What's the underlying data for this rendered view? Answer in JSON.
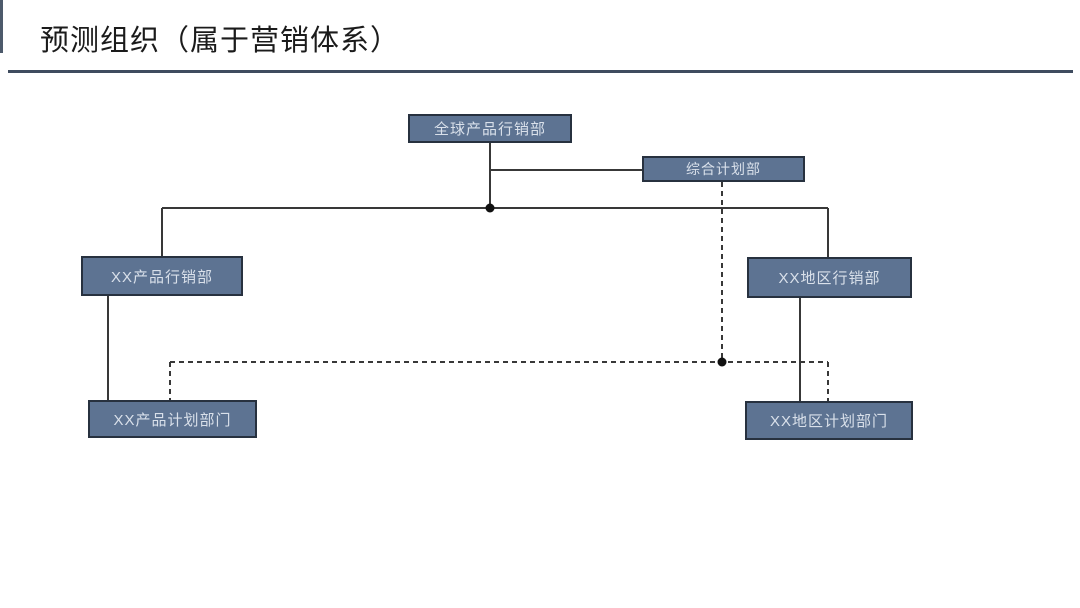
{
  "slide": {
    "title": "预测组织（属于营销体系）"
  },
  "org_chart": {
    "nodes": [
      {
        "id": "global-product-marketing",
        "label": "全球产品行销部"
      },
      {
        "id": "comprehensive-planning",
        "label": "综合计划部"
      },
      {
        "id": "xx-product-marketing",
        "label": "XX产品行销部"
      },
      {
        "id": "xx-region-marketing",
        "label": "XX地区行销部"
      },
      {
        "id": "xx-product-planning",
        "label": "XX产品计划部门"
      },
      {
        "id": "xx-region-planning",
        "label": "XX地区计划部门"
      }
    ],
    "edges": [
      {
        "from": "全球产品行销部",
        "to": "综合计划部",
        "style": "solid"
      },
      {
        "from": "全球产品行销部",
        "to": "XX产品行销部",
        "style": "solid"
      },
      {
        "from": "全球产品行销部",
        "to": "XX地区行销部",
        "style": "solid"
      },
      {
        "from": "XX产品行销部",
        "to": "XX产品计划部门",
        "style": "solid"
      },
      {
        "from": "XX地区行销部",
        "to": "XX地区计划部门",
        "style": "solid"
      },
      {
        "from": "综合计划部",
        "to": "XX产品计划部门",
        "style": "dashed"
      },
      {
        "from": "综合计划部",
        "to": "XX地区计划部门",
        "style": "dashed"
      }
    ]
  },
  "colors": {
    "node_fill": "#5d7392",
    "node_border": "#27313f",
    "node_text": "#d9e0ea",
    "line": "#383838",
    "divider": "#3f4c5f",
    "title_text": "#1b1b1b",
    "background": "#ffffff"
  }
}
